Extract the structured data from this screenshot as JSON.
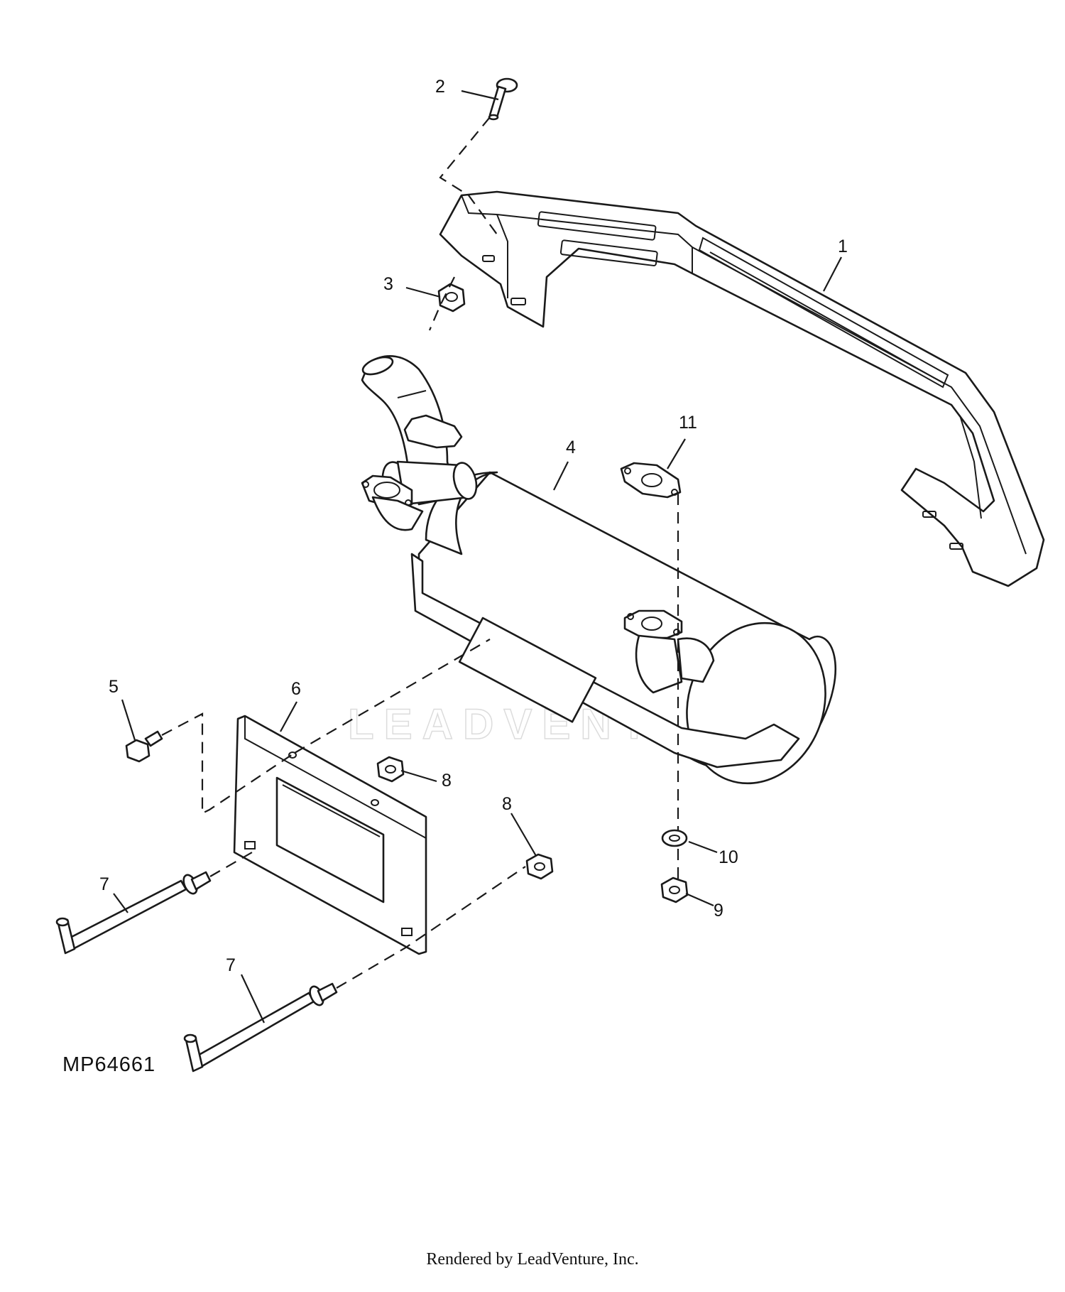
{
  "diagram": {
    "drawing_number": "MP64661",
    "watermark": "LEADVENTURE",
    "callouts": [
      "1",
      "2",
      "3",
      "4",
      "5",
      "6",
      "7",
      "7",
      "8",
      "8",
      "9",
      "10",
      "11"
    ]
  },
  "footer": {
    "credit": "Rendered by LeadVenture, Inc."
  }
}
